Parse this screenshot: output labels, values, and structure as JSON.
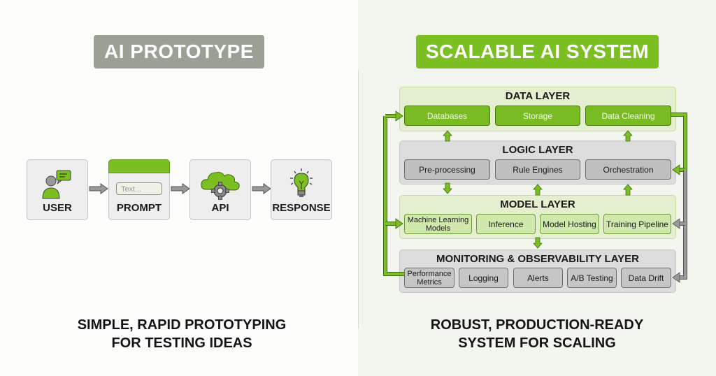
{
  "left": {
    "title": "AI PROTOTYPE",
    "flow": [
      {
        "label": "USER",
        "icon": "user-chat-icon"
      },
      {
        "label": "PROMPT",
        "icon": "prompt-window-icon",
        "input_placeholder": "Text..."
      },
      {
        "label": "API",
        "icon": "cloud-gear-icon"
      },
      {
        "label": "RESPONSE",
        "icon": "lightbulb-icon"
      }
    ],
    "caption_line1": "SIMPLE, RAPID PROTOTYPING",
    "caption_line2": "FOR TESTING IDEAS"
  },
  "right": {
    "title": "SCALABLE AI SYSTEM",
    "layers": [
      {
        "title": "DATA LAYER",
        "items": [
          "Databases",
          "Storage",
          "Data Cleaning"
        ]
      },
      {
        "title": "LOGIC LAYER",
        "items": [
          "Pre-processing",
          "Rule Engines",
          "Orchestration"
        ]
      },
      {
        "title": "MODEL LAYER",
        "items": [
          "Machine Learning Models",
          "Inference",
          "Model Hosting",
          "Training Pipeline"
        ]
      },
      {
        "title": "MONITORING & OBSERVABILITY LAYER",
        "items": [
          "Performance Metrics",
          "Logging",
          "Alerts",
          "A/B Testing",
          "Data Drift"
        ]
      }
    ],
    "caption_line1": "ROBUST, PRODUCTION-READY",
    "caption_line2": "SYSTEM FOR SCALING"
  },
  "colors": {
    "accent_green": "#7cbf22",
    "prototype_gray": "#9aa094",
    "arrow_gray": "#8a8a8a"
  }
}
